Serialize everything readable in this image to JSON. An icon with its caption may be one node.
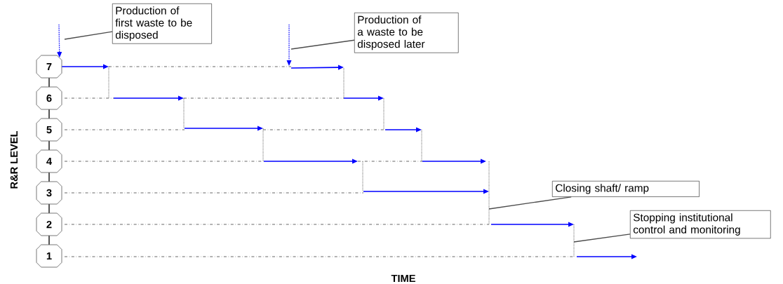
{
  "diagram": {
    "nodes": [
      {
        "text": [
          "7"
        ]
      },
      {
        "text": [
          "6"
        ]
      },
      {
        "text": [
          "5"
        ]
      },
      {
        "text": [
          "4"
        ]
      },
      {
        "text": [
          "3"
        ]
      },
      {
        "text": [
          "2"
        ]
      },
      {
        "text": [
          "1"
        ]
      },
      {
        "text": [
          "Production of first waste to be disposed"
        ]
      },
      {
        "text": [
          "Production of a waste to be disposed later"
        ]
      },
      {
        "text": [
          "Closing shaft/ ramp"
        ]
      },
      {
        "text": [
          "Stopping institutional control and monitoring"
        ]
      }
    ],
    "edges": [
      {
        "from": 0,
        "to": 1,
        "arrow": "none"
      },
      {
        "from": 1,
        "to": 2,
        "arrow": "none"
      },
      {
        "from": 2,
        "to": 3,
        "arrow": "none"
      },
      {
        "from": 3,
        "to": 4,
        "arrow": "none"
      },
      {
        "from": 4,
        "to": 5,
        "arrow": "none"
      },
      {
        "from": 5,
        "to": 6,
        "arrow": "none"
      },
      {
        "from": 7,
        "to": null,
        "arrow": "none"
      },
      {
        "from": 8,
        "to": null,
        "arrow": "none"
      },
      {
        "from": 9,
        "to": null,
        "arrow": "none"
      },
      {
        "from": 10,
        "to": null,
        "arrow": "none"
      },
      {
        "from": null,
        "to": 0,
        "arrow": "to",
        "style": "dashed",
        "color": "#0000ff"
      },
      {
        "from": 0,
        "to": null,
        "arrow": "to",
        "color": "#0000ff"
      }
    ],
    "labels": [
      "R&R LEVEL",
      "TIME"
    ]
  }
}
